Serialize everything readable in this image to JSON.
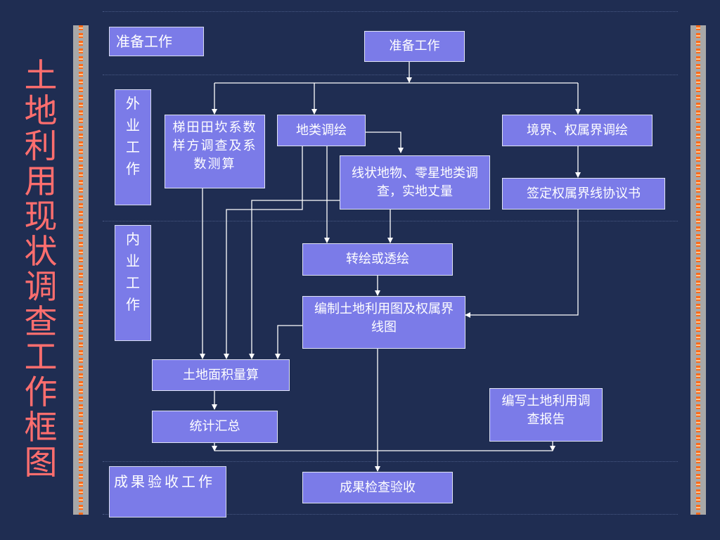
{
  "side_title": [
    "土",
    "地",
    "利",
    "用",
    "现",
    "状",
    "调",
    "查",
    "工",
    "作",
    "框",
    "图"
  ],
  "phases": {
    "prep": "准备工作",
    "field": [
      "外",
      "业",
      "工",
      "作"
    ],
    "office": [
      "内",
      "业",
      "工",
      "作"
    ],
    "result": "成果验收工作"
  },
  "nodes": {
    "prep": "准备工作",
    "terrace": "梯田田坎系数样方调查及系数测算",
    "landclass": "地类调绘",
    "boundary": "境界、权属界调绘",
    "linear": "线状地物、零星地类调查，实地丈量",
    "agreement": "签定权属界线协议书",
    "transfer": "转绘或透绘",
    "compile": "编制土地利用图及权属界线图",
    "area": "土地面积量算",
    "stats": "统计汇总",
    "report": "编写土地利用调查报告",
    "check": "成果检查验收"
  },
  "colors": {
    "background": "#1f2d52",
    "box": "#7b7be8",
    "title": "#ff6e6e",
    "line": "#ffffff"
  }
}
